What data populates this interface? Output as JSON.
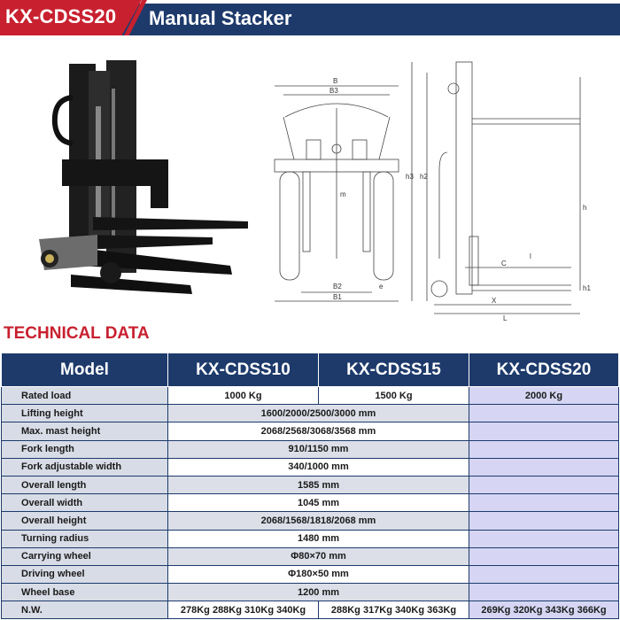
{
  "header": {
    "model": "KX-CDSS20",
    "title": "Manual Stacker",
    "colors": {
      "red": "#c8202f",
      "navy": "#1d3a6b",
      "highlight": "#d6d6f4"
    }
  },
  "drawing_labels": {
    "front": {
      "B": "B",
      "B3": "B3",
      "B2": "B2",
      "B1": "B1",
      "m": "m",
      "e": "e"
    },
    "side": {
      "h3": "h3",
      "h2": "h2",
      "h": "h",
      "C": "C",
      "l": "l",
      "X": "X",
      "L": "L",
      "h1": "h1"
    }
  },
  "section_title": "TECHNICAL DATA",
  "table": {
    "headers": [
      "Model",
      "KX-CDSS10",
      "KX-CDSS15",
      "KX-CDSS20"
    ],
    "rated_load": {
      "label": "Rated load",
      "v10": "1000 Kg",
      "v15": "1500 Kg",
      "v20": "2000 Kg"
    },
    "rows": [
      {
        "label": "Lifting height",
        "value": "1600/2000/2500/3000 mm"
      },
      {
        "label": "Max. mast height",
        "value": "2068/2568/3068/3568 mm"
      },
      {
        "label": "Fork length",
        "value": "910/1150 mm"
      },
      {
        "label": "Fork adjustable width",
        "value": "340/1000 mm"
      },
      {
        "label": "Overall length",
        "value": "1585 mm"
      },
      {
        "label": "Overall width",
        "value": "1045 mm"
      },
      {
        "label": "Overall height",
        "value": "2068/1568/1818/2068 mm"
      },
      {
        "label": "Turning radius",
        "value": "1480 mm"
      },
      {
        "label": "Carrying wheel",
        "value": "Φ80×70 mm"
      },
      {
        "label": "Driving wheel",
        "value": "Φ180×50 mm"
      },
      {
        "label": "Wheel base",
        "value": "1200 mm"
      }
    ],
    "nw": {
      "label": "N.W.",
      "v10": "278Kg 288Kg 310Kg 340Kg",
      "v15": "288Kg 317Kg 340Kg 363Kg",
      "v20": "269Kg 320Kg 343Kg 366Kg"
    }
  }
}
